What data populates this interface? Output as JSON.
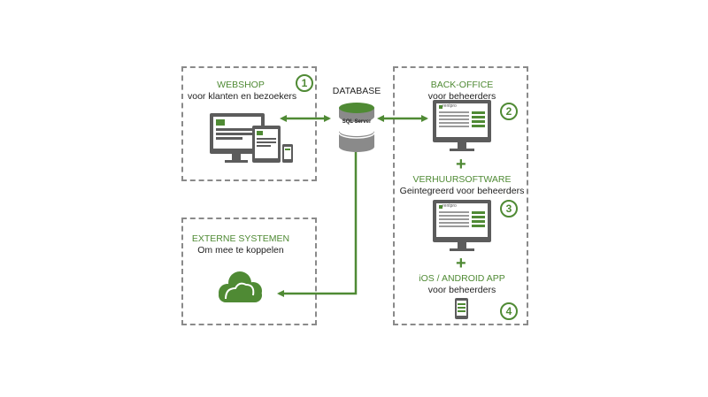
{
  "colors": {
    "accent": "#4f8a34",
    "border": "#8a8a8a",
    "device": "#5c5c5c",
    "text": "#222222"
  },
  "webshop": {
    "title": "WEBSHOP",
    "subtitle": "voor klanten en bezoekers",
    "number": "1"
  },
  "database": {
    "title": "DATABASE",
    "label": "SQL Server"
  },
  "backoffice": {
    "title": "BACK-OFFICE",
    "subtitle": "voor beheerders",
    "number": "2"
  },
  "verhuur": {
    "title": "VERHUURSOFTWARE",
    "subtitle": "Geintegreerd voor beheerders",
    "number": "3"
  },
  "app": {
    "title": "iOS / ANDROID APP",
    "subtitle": "voor beheerders",
    "number": "4"
  },
  "extern": {
    "title": "EXTERNE SYSTEMEN",
    "subtitle": "Om mee te koppelen"
  },
  "brand": "rentpro",
  "plus_sign": "+",
  "icons": [
    "computer-monitor-icon",
    "tablet-icon",
    "phone-icon",
    "database-cylinder-icon",
    "cloud-icon",
    "arrow-icon"
  ]
}
